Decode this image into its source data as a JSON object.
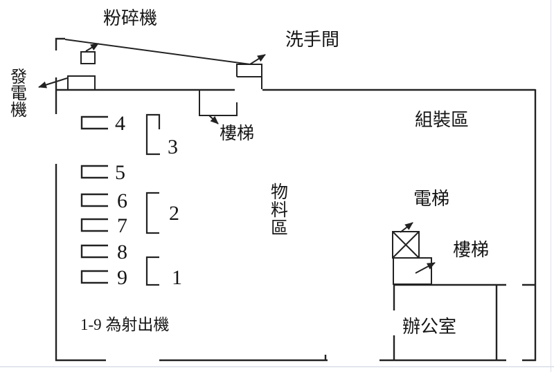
{
  "title": "factory-floor-plan",
  "labels": {
    "crusher": "粉碎機",
    "washroom": "洗手間",
    "generator": "發電機",
    "stairs_top": "樓梯",
    "assembly_area": "組裝區",
    "materials_area": "物料區",
    "elevator": "電梯",
    "stairs_right": "樓梯",
    "office": "辦公室",
    "note": "1-9 為射出機"
  },
  "machines": [
    "4",
    "5",
    "6",
    "7",
    "8",
    "9"
  ],
  "groups": [
    "3",
    "2",
    "1"
  ],
  "colors": {
    "line": "#222222",
    "background": "#ffffff"
  }
}
